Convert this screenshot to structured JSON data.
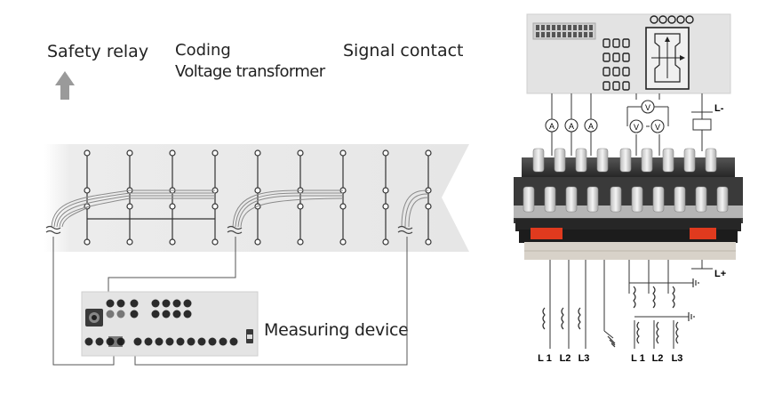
{
  "labels": {
    "safety_relay": "Safety relay",
    "coding": "Coding",
    "voltage_transformer": "Voltage transformer",
    "signal_contact": "Signal contact",
    "measuring_device": "Measuring device"
  },
  "meters": {
    "ammeter": "A",
    "voltmeter": "V"
  },
  "dc": {
    "minus": "L-",
    "plus": "L+"
  },
  "phases_left": [
    "L 1",
    "L2",
    "L3"
  ],
  "phases_right": [
    "L 1",
    "L2",
    "L3"
  ],
  "colors": {
    "band": "#e9e9e9",
    "device_gray": "#e3e3e3",
    "terminal_dark": "#2a2a2a",
    "warning_red": "#e03a1e",
    "line": "#333333"
  }
}
